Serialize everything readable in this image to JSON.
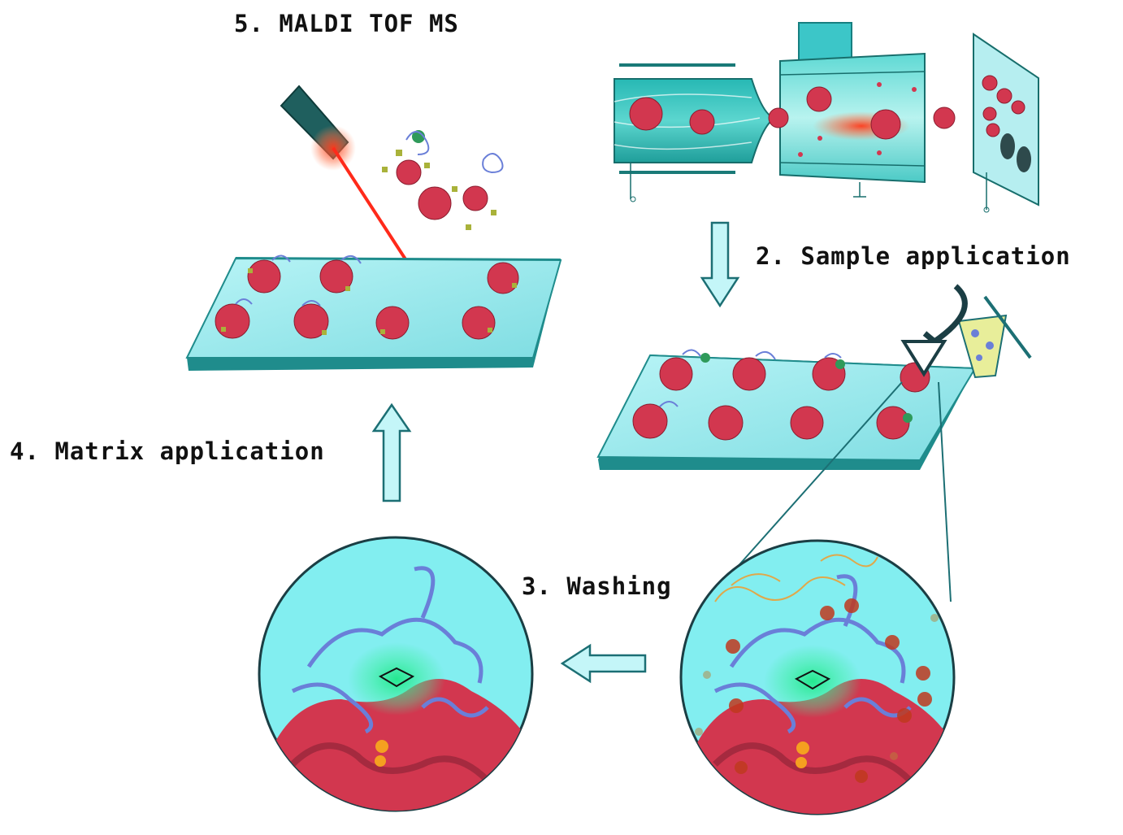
{
  "labels": {
    "maldi": "5. MALDI TOF MS",
    "sample": "2. Sample application",
    "washing": "3. Washing",
    "matrix": "4. Matrix application"
  },
  "colors": {
    "plate": "#8fe6ea",
    "plate_edge": "#1f8c8c",
    "circle_fill": "#82eef0",
    "protein_red": "#d2374f",
    "protein_blue": "#6a7fd8",
    "laser_red": "#ff2a1a",
    "ligand_green": "#2fd27a",
    "arrow_fill": "#c4f6f8",
    "arrow_stroke": "#1c6f74"
  }
}
